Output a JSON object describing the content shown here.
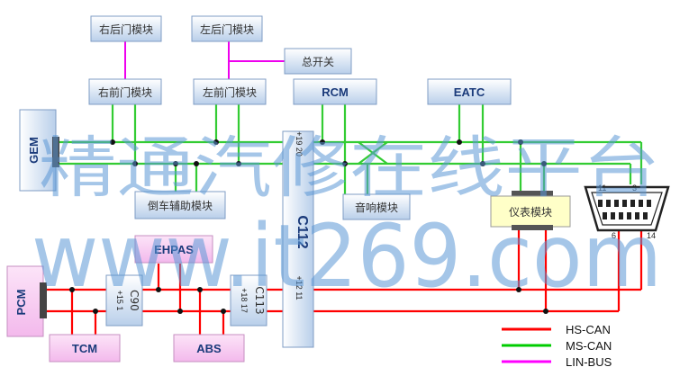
{
  "modules": {
    "rr_door": "右后门模块",
    "lr_door": "左后门模块",
    "master_switch": "总开关",
    "rf_door": "右前门模块",
    "lf_door": "左前门模块",
    "rcm": "RCM",
    "eatc": "EATC",
    "gem": "GEM",
    "reverse_aid": "倒车辅助模块",
    "audio": "音响模块",
    "cluster": "仪表模块",
    "ehpas": "EHPAS",
    "pcm": "PCM",
    "tcm": "TCM",
    "abs": "ABS"
  },
  "connectors": {
    "c90": {
      "label": "C90",
      "pins": "+15 1"
    },
    "c113": {
      "label": "C113",
      "pins": "+18 17"
    },
    "c112": {
      "label": "C112",
      "pin_top": "+19  20",
      "pin_bottom": "+12    11"
    }
  },
  "dlc": {
    "pin_11": "11",
    "pin_3": "3",
    "pin_6": "6",
    "pin_14": "14"
  },
  "legend": [
    {
      "label": "HS-CAN",
      "color": "#ff0000"
    },
    {
      "label": "MS-CAN",
      "color": "#00cc00"
    },
    {
      "label": "LIN-BUS",
      "color": "#ff00ff"
    }
  ],
  "watermark": {
    "line1": "精通汽修在线平台",
    "line2": "www.it269.com"
  },
  "colors": {
    "hs_can": "#ff0000",
    "ms_can": "#33cc33",
    "lin_bus": "#ee00ee",
    "module_fill": "#eef3fa",
    "module_blue": "#c6d8ee",
    "pink_fill": "#f6c6f0",
    "cluster_fill": "#ffffc8"
  }
}
